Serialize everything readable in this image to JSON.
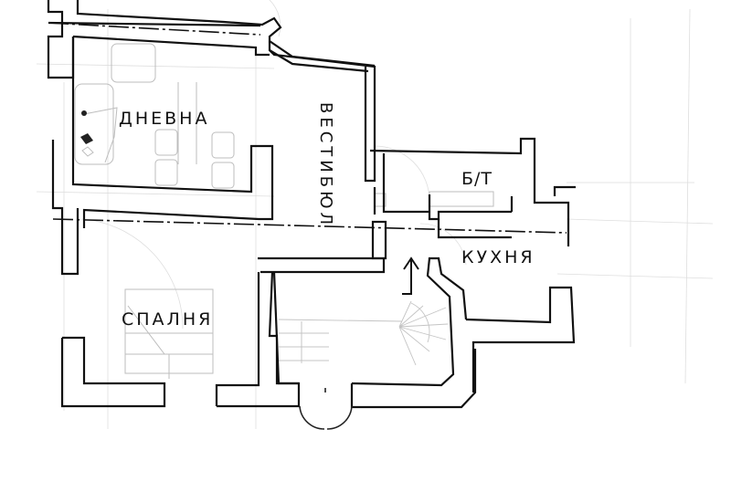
{
  "plan": {
    "rooms": [
      {
        "id": "living",
        "label": "ДНЕВНА"
      },
      {
        "id": "hall",
        "label": "ВЕСТИБЮЛ"
      },
      {
        "id": "bath",
        "label": "Б/Т"
      },
      {
        "id": "kitchen",
        "label": "КУХНЯ"
      },
      {
        "id": "bedroom",
        "label": "СПАЛНЯ"
      }
    ],
    "annotations": {
      "entrance_arrow": "up-arrow"
    },
    "colors": {
      "wall": "#111111",
      "background": "#ffffff",
      "faint_lines": "#c9c9c9"
    }
  }
}
